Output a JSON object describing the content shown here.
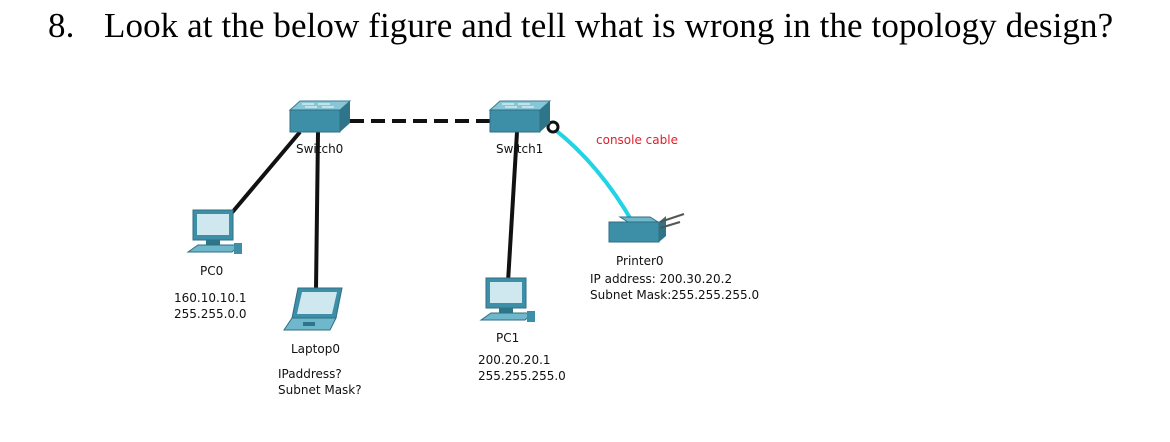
{
  "question": {
    "number": "8.",
    "text": "Look at the below figure and tell what is wrong in the topology design?"
  },
  "devices": {
    "switch0": {
      "label": "Switch0"
    },
    "switch1": {
      "label": "Switch1"
    },
    "pc0": {
      "label": "PC0",
      "ip": "160.10.10.1",
      "mask": "255.255.0.0"
    },
    "laptop0": {
      "label": "Laptop0",
      "ip": "IPaddress?",
      "mask": "Subnet Mask?"
    },
    "pc1": {
      "label": "PC1",
      "ip": "200.20.20.1",
      "mask": "255.255.255.0"
    },
    "printer0": {
      "label": "Printer0",
      "ip": "IP address: 200.30.20.2",
      "mask": "Subnet Mask:255.255.255.0"
    }
  },
  "cables": {
    "console_label": "console cable"
  },
  "colors": {
    "device": "#3d8fa7",
    "device_light": "#6fb7cb",
    "console_cable": "#22d3e6",
    "console_label": "#e0202a",
    "link": "#111111"
  }
}
